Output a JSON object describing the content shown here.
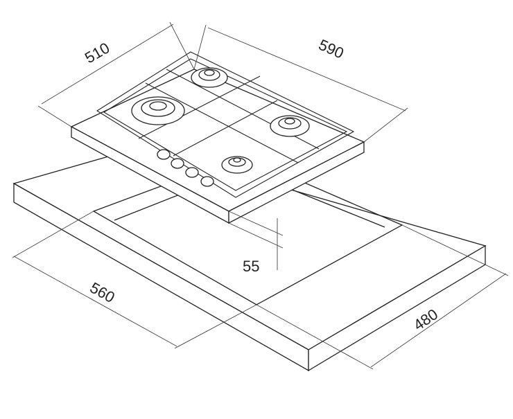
{
  "title": "Gas hob installation dimensions",
  "dimensions": {
    "hob_depth": "510",
    "hob_width": "590",
    "hob_height": "55",
    "cutout_width": "560",
    "cutout_depth": "480"
  },
  "colors": {
    "line": "#222222",
    "background": "#ffffff"
  }
}
